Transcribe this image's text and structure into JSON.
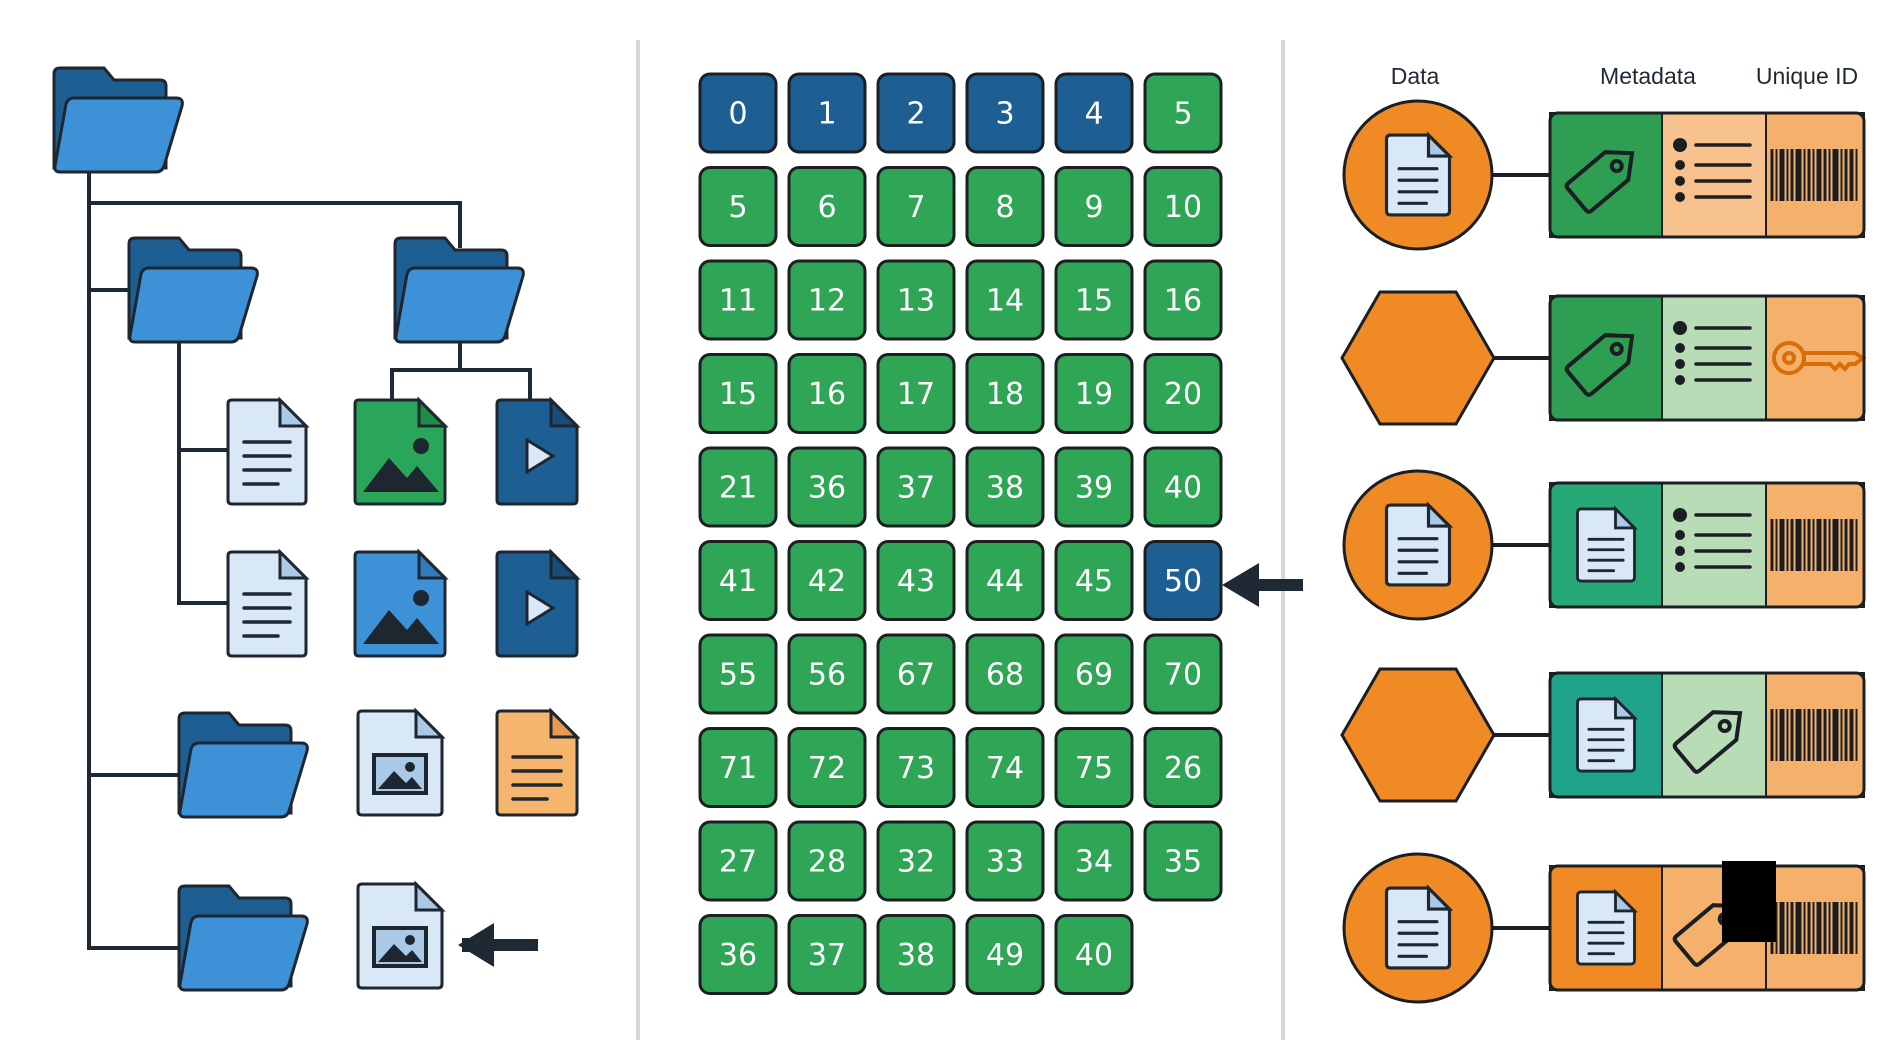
{
  "grid": {
    "rows": [
      [
        {
          "label": "0",
          "color": "blue"
        },
        {
          "label": "1",
          "color": "blue"
        },
        {
          "label": "2",
          "color": "blue"
        },
        {
          "label": "3",
          "color": "blue"
        },
        {
          "label": "4",
          "color": "blue"
        },
        {
          "label": "5",
          "color": "green"
        }
      ],
      [
        {
          "label": "5",
          "color": "green"
        },
        {
          "label": "6",
          "color": "green"
        },
        {
          "label": "7",
          "color": "green"
        },
        {
          "label": "8",
          "color": "green"
        },
        {
          "label": "9",
          "color": "green"
        },
        {
          "label": "10",
          "color": "green"
        }
      ],
      [
        {
          "label": "11",
          "color": "green"
        },
        {
          "label": "12",
          "color": "green"
        },
        {
          "label": "13",
          "color": "green"
        },
        {
          "label": "14",
          "color": "green"
        },
        {
          "label": "15",
          "color": "green"
        },
        {
          "label": "16",
          "color": "green"
        }
      ],
      [
        {
          "label": "15",
          "color": "green"
        },
        {
          "label": "16",
          "color": "green"
        },
        {
          "label": "17",
          "color": "green"
        },
        {
          "label": "18",
          "color": "green"
        },
        {
          "label": "19",
          "color": "green"
        },
        {
          "label": "20",
          "color": "green"
        }
      ],
      [
        {
          "label": "21",
          "color": "green"
        },
        {
          "label": "36",
          "color": "green"
        },
        {
          "label": "37",
          "color": "green"
        },
        {
          "label": "38",
          "color": "green"
        },
        {
          "label": "39",
          "color": "green"
        },
        {
          "label": "40",
          "color": "green"
        }
      ],
      [
        {
          "label": "41",
          "color": "green"
        },
        {
          "label": "42",
          "color": "green"
        },
        {
          "label": "43",
          "color": "green"
        },
        {
          "label": "44",
          "color": "green"
        },
        {
          "label": "45",
          "color": "green"
        },
        {
          "label": "50",
          "color": "blue"
        }
      ],
      [
        {
          "label": "55",
          "color": "green"
        },
        {
          "label": "56",
          "color": "green"
        },
        {
          "label": "67",
          "color": "green"
        },
        {
          "label": "68",
          "color": "green"
        },
        {
          "label": "69",
          "color": "green"
        },
        {
          "label": "70",
          "color": "green"
        }
      ],
      [
        {
          "label": "71",
          "color": "green"
        },
        {
          "label": "72",
          "color": "green"
        },
        {
          "label": "73",
          "color": "green"
        },
        {
          "label": "74",
          "color": "green"
        },
        {
          "label": "75",
          "color": "green"
        },
        {
          "label": "26",
          "color": "green"
        }
      ],
      [
        {
          "label": "27",
          "color": "green"
        },
        {
          "label": "28",
          "color": "green"
        },
        {
          "label": "32",
          "color": "green"
        },
        {
          "label": "33",
          "color": "green"
        },
        {
          "label": "34",
          "color": "green"
        },
        {
          "label": "35",
          "color": "green"
        }
      ],
      [
        {
          "label": "36",
          "color": "green"
        },
        {
          "label": "37",
          "color": "green"
        },
        {
          "label": "38",
          "color": "green"
        },
        {
          "label": "49",
          "color": "green"
        },
        {
          "label": "40",
          "color": "green"
        }
      ]
    ]
  },
  "object_store": {
    "headers": {
      "data": "Data",
      "metadata": "Metadata",
      "unique_id": "Unique ID"
    },
    "rows": [
      {
        "data_shape": "circle",
        "cell1_color": "#2e9e52",
        "cell1_icon": "tag-icon",
        "cell2_color": "#f7c28e",
        "cell2_icon": "list-icon",
        "cell3_color": "#f5b16b",
        "cell3_icon": "barcode-icon"
      },
      {
        "data_shape": "hexagon",
        "cell1_color": "#2e9e52",
        "cell1_icon": "tag-icon",
        "cell2_color": "#b8ddb6",
        "cell2_icon": "list-icon",
        "cell3_color": "#f5b16b",
        "cell3_icon": "key-icon"
      },
      {
        "data_shape": "circle",
        "cell1_color": "#26a877",
        "cell1_icon": "document-icon",
        "cell2_color": "#b8ddb6",
        "cell2_icon": "list-icon",
        "cell3_color": "#f5b16b",
        "cell3_icon": "barcode-icon"
      },
      {
        "data_shape": "hexagon",
        "cell1_color": "#1fa38b",
        "cell1_icon": "document-icon",
        "cell2_color": "#b8ddb6",
        "cell2_icon": "tag-icon",
        "cell3_color": "#f5b16b",
        "cell3_icon": "barcode-icon"
      },
      {
        "data_shape": "circle",
        "cell1_color": "#f08a24",
        "cell1_icon": "document-icon",
        "cell2_color": "#f5b16b",
        "cell2_icon": "tag-icon",
        "cell3_color": "#f5b16b",
        "cell3_icon": "barcode-icon"
      }
    ]
  },
  "colors": {
    "blue_cell": "#1e5f93",
    "green_cell": "#2fa556",
    "orange": "#f08a24",
    "folder_blue": "#3d91d6",
    "folder_dark": "#1e5f93"
  }
}
